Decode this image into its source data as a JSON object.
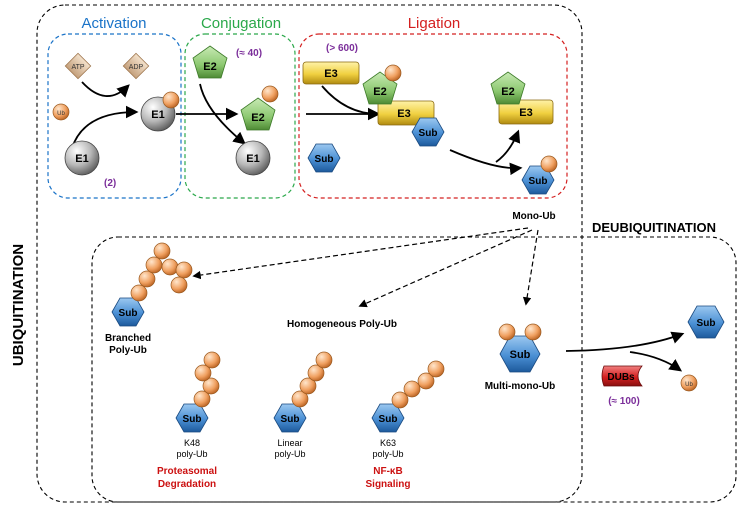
{
  "headings": {
    "activation": "Activation",
    "conjugation": "Conjugation",
    "ligation": "Ligation",
    "ubiquitination": "UBIQUITINATION",
    "deubiquitination": "DEUBIQUITINATION"
  },
  "counts": {
    "e1": "(2)",
    "e2": "(≈ 40)",
    "e3": "(> 600)",
    "dubs": "(≈ 100)"
  },
  "molecules": {
    "atp": "ATP",
    "adp": "ADP",
    "ub": "Ub",
    "e1": "E1",
    "e2": "E2",
    "e3": "E3",
    "sub": "Sub",
    "dubs": "DUBs"
  },
  "products": {
    "mono_ub": "Mono-Ub",
    "branched_line1": "Branched",
    "branched_line2": "Poly-Ub",
    "homogeneous": "Homogeneous Poly-Ub",
    "multi_mono": "Multi-mono-Ub",
    "k48_line1": "K48",
    "k48_line2": "poly-Ub",
    "linear_line1": "Linear",
    "linear_line2": "poly-Ub",
    "k63_line1": "K63",
    "k63_line2": "poly-Ub"
  },
  "outcomes": {
    "proteasomal_line1": "Proteasomal",
    "proteasomal_line2": "Degradation",
    "nfkb_line1": "NF-κB",
    "nfkb_line2": "Signaling"
  },
  "colors": {
    "activation": "#1a73c8",
    "conjugation": "#2aa84a",
    "ligation": "#d42020",
    "count_purple": "#7b2e9a",
    "outcome_red": "#cc1111",
    "sub_blue": "#4a8fd4",
    "ub_orange": "#f0a060",
    "e2_green": "#8cc870",
    "e3_yellow": "#f0d040",
    "e1_gray": "#b8b8b8",
    "dubs_red": "#d42020"
  }
}
